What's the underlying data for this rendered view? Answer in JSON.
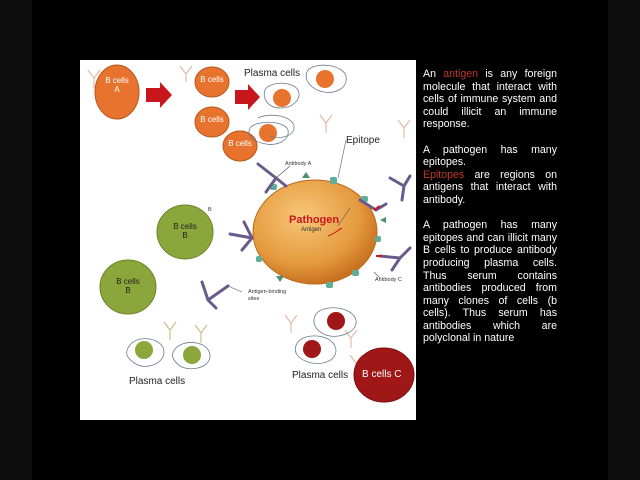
{
  "diagram": {
    "cells": {
      "b_cells_a": "B cells A",
      "b_a": "B cells",
      "b_b_top": "B cells B",
      "b_b_bottom": "B cells B",
      "b_c": "B cells C"
    },
    "labels": {
      "plasma_top": "Plasma cells",
      "plasma_bottom_left": "Plasma cells",
      "plasma_bottom_right": "Plasma cells",
      "epitope": "Epitope",
      "pathogen": "Pathogen",
      "antigen": "Antigen",
      "antibody_a": "Antibody A",
      "antibody_b": "B",
      "antibody_c": "Antibody C",
      "binding_sites_1": "Antigen-binding",
      "binding_sites_2": "sites"
    },
    "colors": {
      "cell_a": "#e8732e",
      "cell_b": "#8ba63a",
      "cell_c": "#a01717",
      "arrow": "#c8161d",
      "pathogen": "#e8a24a"
    }
  },
  "text": {
    "p1_pre": "An ",
    "p1_highlight": "antigen",
    "p1_post": " is any foreign molecule that interact with cells of immune system and could illicit an immune response.",
    "p2": "A pathogen has many epitopes.",
    "p3_highlight": "Epitopes",
    "p3_post": " are regions on antigens that interact with antibody.",
    "p4": "A pathogen has many epitopes and can illicit many B cells to produce antibody producing plasma cells. Thus serum contains antibodies produced from many clones of cells (b cells). Thus serum has antibodies which are polyclonal in nature"
  }
}
